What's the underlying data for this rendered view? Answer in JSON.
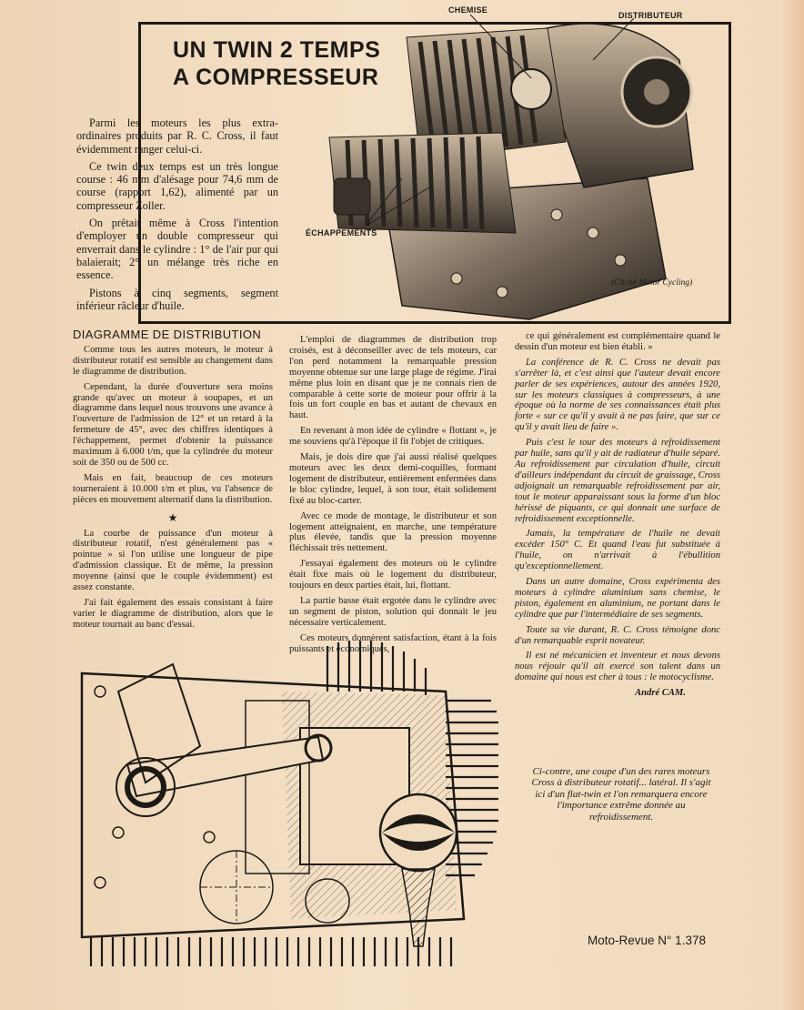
{
  "headline": [
    "UN TWIN 2 TEMPS",
    "A COMPRESSEUR"
  ],
  "labels": {
    "chemise": "CHEMISE",
    "distributeur": "DISTRIBUTEUR",
    "echappements": "ÉCHAPPEMENTS"
  },
  "photo_credit": "(Cliché Motor Cycling)",
  "intro": [
    "Parmi les moteurs les plus extra-ordinaires produits par R. C. Cross, il faut évidemment ranger celui-ci.",
    "Ce twin deux temps est un très longue course : 46 mm d'alésage pour 74,6 mm de course (rapport 1,62), alimenté par un compresseur Zoller.",
    "On prêtait même à Cross l'intention d'employer un double compresseur qui enverrait dans le cylindre : 1° de l'air pur qui balaierait; 2° un mélange très riche en essence.",
    "Pistons à cinq segments, segment inférieur râcleur d'huile."
  ],
  "col1": {
    "title": "DIAGRAMME DE DISTRIBUTION",
    "paras_a": [
      "Comme tous les autres moteurs, le moteur à distributeur rotatif est sensible au changement dans le diagramme de distribution.",
      "Cependant, la durée d'ouverture sera moins grande qu'avec un moteur à soupapes, et un diagramme dans lequel nous trouvons une avance à l'ouverture de l'admission de 12° et un retard à la fermeture de 45°, avec des chiffres identiques à l'échappement, permet d'obtenir la puissance maximum à 6.000 t/m, que la cylindrée du moteur soit de 350 ou de 500 cc.",
      "Mais en fait, beaucoup de ces moteurs tourneraient à 10.000 t/m et plus, vu l'absence de pièces en mouvement alternatif dans la distribution."
    ],
    "star": "★",
    "paras_b": [
      "La courbe de puissance d'un moteur à distributeur rotatif, n'est généralement pas « pointue » si l'on utilise une longueur de pipe d'admission classique. Et de même, la pression moyenne (ainsi que le couple évidemment) est assez constante.",
      "J'ai fait également des essais consistant à faire varier le diagramme de distribution, alors que le moteur tournait au banc d'essai."
    ]
  },
  "col2": {
    "paras": [
      "L'emploi de diagrammes de distribution trop croisés, est à déconseiller avec de tels moteurs, car l'on perd notamment la remarquable pression moyenne obtenue sur une large plage de régime. J'irai même plus loin en disant que je ne connais rien de comparable à cette sorte de moteur pour offrir à la fois un fort couple en bas et autant de chevaux en haut.",
      "En revenant à mon idée de cylindre « flottant », je me souviens qu'à l'époque il fit l'objet de critiques.",
      "Mais, je dois dire que j'ai aussi réalisé quelques moteurs avec les deux demi-coquilles, formant logement de distributeur, entièrement enfermées dans le bloc cylindre, lequel, à son tour, était solidement fixé au bloc-carter.",
      "Avec ce mode de montage, le distributeur et son logement atteignaient, en marche, une température plus élevée, tandis que la pression moyenne fléchissait très nettement.",
      "J'essayai également des moteurs où le cylindre était fixe mais où le logement du distributeur, toujours en deux parties était, lui, flottant.",
      "La partie basse était ergotée dans le cylindre avec un segment de piston, solution qui donnait le jeu nécessaire verticalement.",
      "Ces moteurs donnèrent satisfaction, étant à la fois puissants et économiques,"
    ]
  },
  "col3": {
    "paras": [
      "ce qui généralement est complémentaire quand le dessin d'un moteur est bien établi. »",
      "La conférence de R. C. Cross ne devait pas s'arrêter là, et c'est ainsi que l'auteur devait encore parler de ses expériences, autour des années 1920, sur les moteurs classiques à compresseurs, à une époque où la norme de ses connaissances était plus forte « sur ce qu'il y avait à ne pas faire, que sur ce qu'il y avait lieu de faire ».",
      "Puis c'est le tour des moteurs à refroidissement par huile, sans qu'il y ait de radiateur d'huile séparé. Au refroidissement par circulation d'huile, circuit d'ailleurs indépendant du circuit de graissage, Cross adjoignait un remarquable refroidissement par air, tout le moteur apparaissant sous la forme d'un bloc hérissé de piquants, ce qui donnait une surface de refroidissement exceptionnelle.",
      "Jamais, la température de l'huile ne devait excéder 150° C. Et quand l'eau fut substituée à l'huile, on n'arrivait à l'ébullition qu'exceptionnellement.",
      "Dans un autre domaine, Cross expérimenta des moteurs à cylindre aluminium sans chemise, le piston, également en aluminium, ne portant dans le cylindre que par l'intermédiaire de ses segments.",
      "Toute sa vie durant, R. C. Cross témoigne donc d'un remarquable esprit novateur.",
      "Il est né mécanicien et inventeur et nous devons nous réjouir qu'il ait exercé son talent dans un domaine qui nous est cher à tous : le motocyclisme."
    ],
    "signature": "André CAM."
  },
  "caption": "Ci-contre, une coupe d'un des rares moteurs Cross à distributeur rotatif... latéral. Il s'agit ici d'un flat-twin et l'on remarquera encore l'importance extrême donnée au refroidissement.",
  "footer": "Moto-Revue N° 1.378"
}
